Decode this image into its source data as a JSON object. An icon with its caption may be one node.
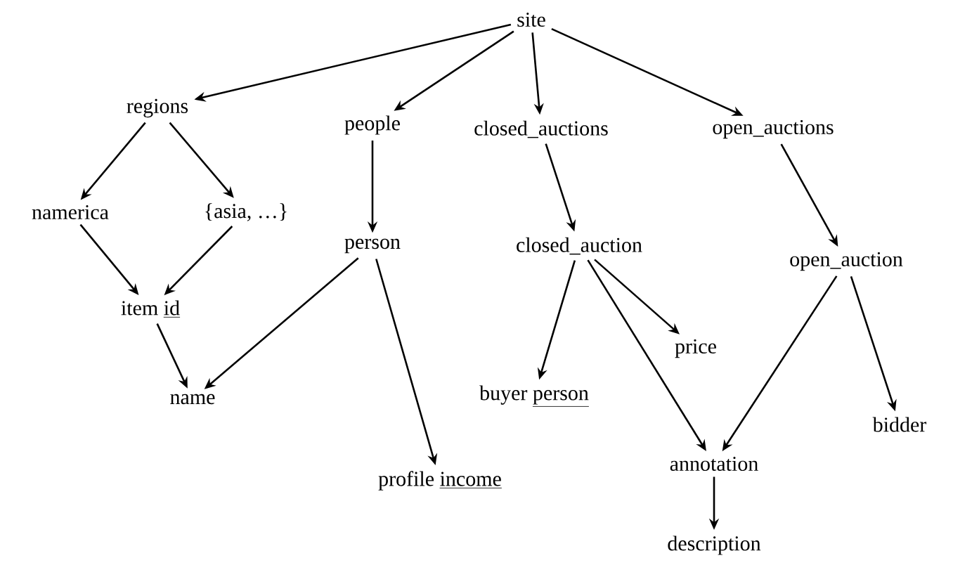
{
  "diagram": {
    "nodes": [
      {
        "text": [
          "site"
        ]
      },
      {
        "text": [
          "regions"
        ]
      },
      {
        "text": [
          "people"
        ]
      },
      {
        "text": [
          "closed_auctions"
        ]
      },
      {
        "text": [
          "open_auctions"
        ]
      },
      {
        "text": [
          "namerica"
        ]
      },
      {
        "text": [
          "{asia, …}"
        ]
      },
      {
        "text": [
          "person"
        ]
      },
      {
        "text": [
          "closed_auction"
        ]
      },
      {
        "text": [
          "open_auction"
        ]
      },
      {
        "text": [
          "item",
          "id"
        ]
      },
      {
        "text": [
          "name"
        ]
      },
      {
        "text": [
          "price"
        ]
      },
      {
        "text": [
          "buyer",
          "person"
        ]
      },
      {
        "text": [
          "bidder"
        ]
      },
      {
        "text": [
          "profile",
          "income"
        ]
      },
      {
        "text": [
          "annotation"
        ]
      },
      {
        "text": [
          "description"
        ]
      }
    ],
    "edges": [
      {
        "from": 0,
        "to": 1,
        "arrow": "to"
      },
      {
        "from": 0,
        "to": 2,
        "arrow": "to"
      },
      {
        "from": 0,
        "to": 3,
        "arrow": "to"
      },
      {
        "from": 0,
        "to": 4,
        "arrow": "to"
      },
      {
        "from": 1,
        "to": 5,
        "arrow": "to"
      },
      {
        "from": 1,
        "to": 6,
        "arrow": "to"
      },
      {
        "from": 2,
        "to": 7,
        "arrow": "to"
      },
      {
        "from": 3,
        "to": 8,
        "arrow": "to"
      },
      {
        "from": 4,
        "to": 9,
        "arrow": "to"
      },
      {
        "from": 5,
        "to": 10,
        "arrow": "to"
      },
      {
        "from": 6,
        "to": 10,
        "arrow": "to"
      },
      {
        "from": 10,
        "to": 11,
        "arrow": "to"
      },
      {
        "from": 7,
        "to": 11,
        "arrow": "to"
      },
      {
        "from": 7,
        "to": 15,
        "arrow": "to"
      },
      {
        "from": 8,
        "to": 13,
        "arrow": "to"
      },
      {
        "from": 8,
        "to": 16,
        "arrow": "to"
      },
      {
        "from": 8,
        "to": 12,
        "arrow": "to"
      },
      {
        "from": 9,
        "to": 16,
        "arrow": "to"
      },
      {
        "from": 9,
        "to": 14,
        "arrow": "to"
      },
      {
        "from": 16,
        "to": 17,
        "arrow": "to"
      }
    ]
  }
}
